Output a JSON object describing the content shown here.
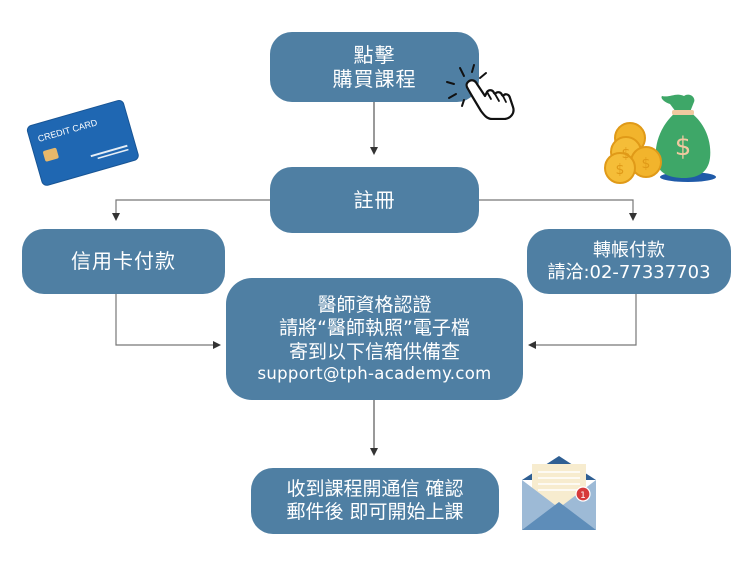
{
  "diagram": {
    "colors": {
      "box_fill": "#4f7fa3",
      "box_text": "#ffffff",
      "connector": "#555555",
      "arrowhead": "#333333"
    },
    "steps": {
      "click_purchase": {
        "lines": [
          "點擊",
          "購買課程"
        ]
      },
      "register": {
        "lines": [
          "註冊"
        ]
      },
      "credit_card": {
        "lines": [
          "信用卡付款"
        ]
      },
      "bank_transfer": {
        "lines": [
          "轉帳付款",
          "請洽:02-77337703"
        ]
      },
      "verification": {
        "lines": [
          "醫師資格認證",
          "請將“醫師執照”電子檔",
          "寄到以下信箱供備查",
          "support@tph-academy.com"
        ]
      },
      "confirmation": {
        "lines": [
          "收到課程開通信 確認",
          "郵件後 即可開始上課"
        ]
      }
    },
    "icons": {
      "click": "hand-pointer-click-icon",
      "card": "credit-card-icon",
      "card_label": "CREDIT CARD",
      "money": "money-bag-coins-icon",
      "money_symbol": "$",
      "email": "email-envelope-icon",
      "email_badge": "1"
    }
  }
}
